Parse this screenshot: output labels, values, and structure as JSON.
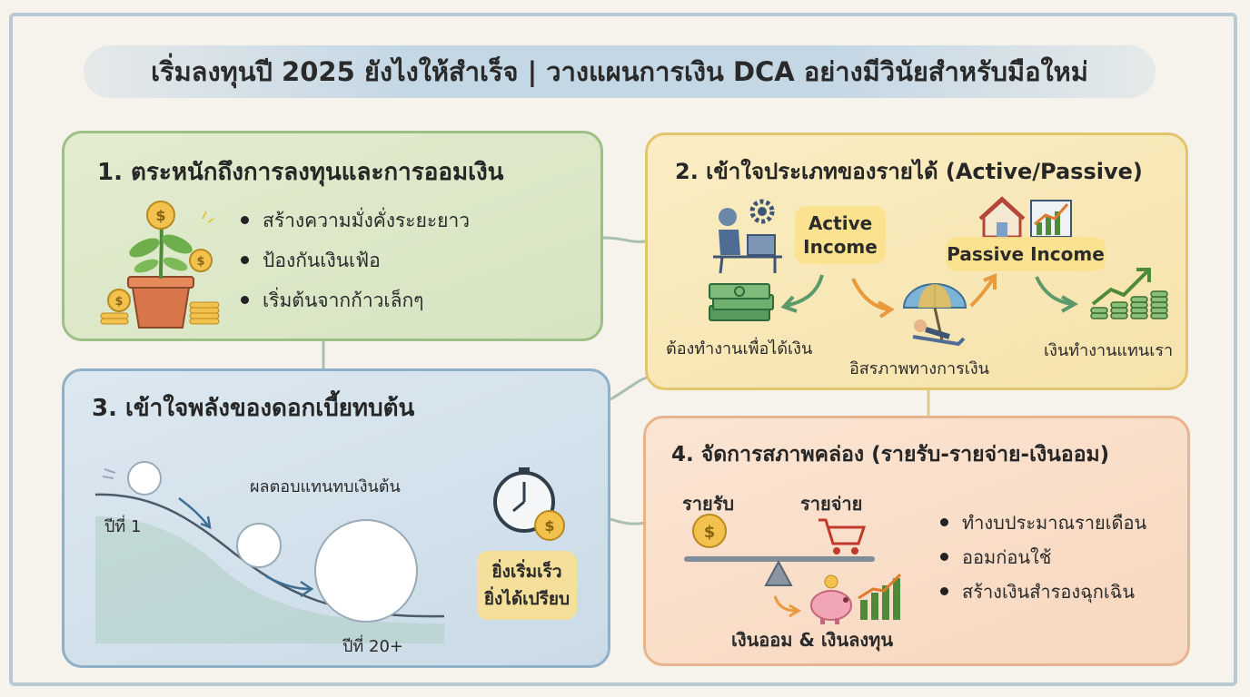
{
  "title": "เริ่มลงทุนปี 2025 ยังไงให้สำเร็จ | วางแผนการเงิน DCA อย่างมีวินัยสำหรับมือใหม่",
  "section1": {
    "heading": "1. ตระหนักถึงการลงทุนและการออมเงิน",
    "bullets": [
      "สร้างความมั่งคั่งระยะยาว",
      "ป้องกันเงินเฟ้อ",
      "เริ่มต้นจากก้าวเล็กๆ"
    ],
    "icon": "plant-coins-icon"
  },
  "section2": {
    "heading": "2. เข้าใจประเภทของรายได้ (Active/Passive)",
    "active_income": "Active\nIncome",
    "passive_income": "Passive Income",
    "caption_work": "ต้องทำงานเพื่อได้เงิน",
    "caption_freedom": "อิสรภาพทางการเงิน",
    "caption_money_works": "เงินทำงานแทนเรา"
  },
  "section3": {
    "heading": "3. เข้าใจพลังของดอกเบี้ยทบต้น",
    "subtitle": "ผลตอบแทนทบเงินต้น",
    "year_start": "ปีที่ 1",
    "year_end": "ปีที่ 20+",
    "callout": "ยิ่งเริ่มเร็ว\nยิ่งได้เปรียบ"
  },
  "section4": {
    "heading": "4. จัดการสภาพคล่อง (รายรับ-รายจ่าย-เงินออม)",
    "income_label": "รายรับ",
    "expense_label": "รายจ่าย",
    "savings_label": "เงินออม & เงินลงทุน",
    "bullets": [
      "ทำงบประมาณรายเดือน",
      "ออมก่อนใช้",
      "สร้างเงินสำรองฉุกเฉิน"
    ]
  },
  "colors": {
    "green_panel": "#d6e4c2",
    "yellow_panel": "#f6e3ac",
    "blue_panel": "#cadbe7",
    "orange_panel": "#f7d7bf",
    "coin_gold": "#f2c14e",
    "arrow_orange": "#e89a3c",
    "arrow_green": "#5c9a6c"
  }
}
